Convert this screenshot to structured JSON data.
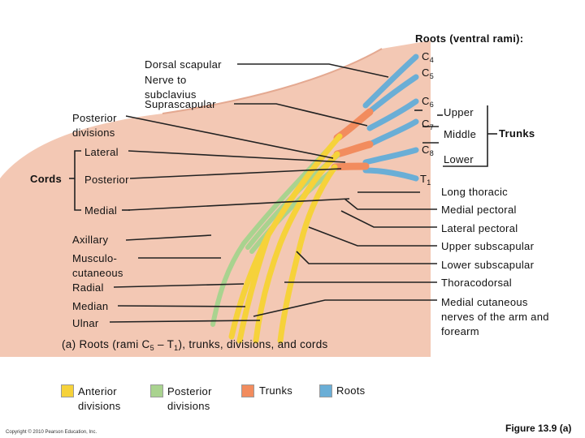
{
  "colors": {
    "anterior": "#f6d23a",
    "posterior": "#a9d38f",
    "trunks": "#f28c5e",
    "roots": "#6aaed6",
    "skin": "#f3c8b4"
  },
  "labels": {
    "roots_header": "Roots (ventral rami):",
    "c4": "C",
    "c4_sub": "4",
    "c5": "C",
    "c5_sub": "5",
    "c6": "C",
    "c6_sub": "6",
    "c7": "C",
    "c7_sub": "7",
    "c8": "C",
    "c8_sub": "8",
    "t1": "T",
    "t1_sub": "1",
    "dorsal_scapular": "Dorsal scapular",
    "nerve_subclavius_1": "Nerve to",
    "nerve_subclavius_2": "subclavius",
    "suprascapular": "Suprascapular",
    "posterior_divisions_1": "Posterior",
    "posterior_divisions_2": "divisions",
    "lateral": "Lateral",
    "cords": "Cords",
    "posterior": "Posterior",
    "medial": "Medial",
    "axillary": "Axillary",
    "musculo_1": "Musculo-",
    "musculo_2": "cutaneous",
    "radial": "Radial",
    "median": "Median",
    "ulnar": "Ulnar",
    "upper": "Upper",
    "middle": "Middle",
    "lower": "Lower",
    "trunks": "Trunks",
    "long_thoracic": "Long thoracic",
    "medial_pectoral": "Medial pectoral",
    "lateral_pectoral": "Lateral pectoral",
    "upper_subscapular": "Upper subscapular",
    "lower_subscapular": "Lower subscapular",
    "thoracodorsal": "Thoracodorsal",
    "medial_cutaneous": "Medial cutaneous nerves of the arm and forearm"
  },
  "caption": {
    "prefix": "(a) Roots (rami C",
    "sub1": "5",
    "mid": " – T",
    "sub2": "1",
    "suffix": "), trunks, divisions, and cords"
  },
  "legend": [
    {
      "label": "Anterior divisions",
      "color": "#f6d23a"
    },
    {
      "label": "Posterior divisions",
      "color": "#a9d38f"
    },
    {
      "label": "Trunks",
      "color": "#f28c5e"
    },
    {
      "label": "Roots",
      "color": "#6aaed6"
    }
  ],
  "copyright": "Copyright © 2010 Pearson Education, Inc.",
  "figure": "Figure 13.9 (a)"
}
